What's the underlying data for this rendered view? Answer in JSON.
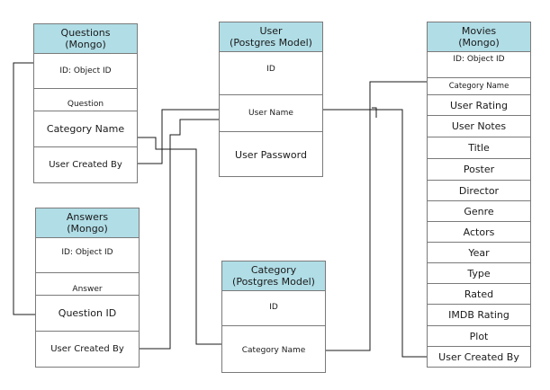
{
  "colors": {
    "header": "#b0dde6",
    "border": "#7a7a7a",
    "connector": "#1a1a1a"
  },
  "entities": {
    "questions": {
      "title": "Questions",
      "subtitle": "(Mongo)",
      "fields": [
        "ID: Object ID",
        "Question",
        "Category Name",
        "User Created By"
      ]
    },
    "user": {
      "title": "User",
      "subtitle": "(Postgres Model)",
      "fields": [
        "ID",
        "User Name",
        "User Password"
      ]
    },
    "movies": {
      "title": "Movies",
      "subtitle": "(Mongo)",
      "fields": [
        "ID: Object ID",
        "Category Name",
        "User Rating",
        "User Notes",
        "Title",
        "Poster",
        "Director",
        "Genre",
        "Actors",
        "Year",
        "Type",
        "Rated",
        "IMDB Rating",
        "Plot",
        "User Created By"
      ]
    },
    "answers": {
      "title": "Answers",
      "subtitle": "(Mongo)",
      "fields": [
        "ID: Object ID",
        "Answer",
        "Question ID",
        "User Created By"
      ]
    },
    "category": {
      "title": "Category",
      "subtitle": "(Postgres Model)",
      "fields": [
        "ID",
        "Category Name"
      ]
    }
  }
}
